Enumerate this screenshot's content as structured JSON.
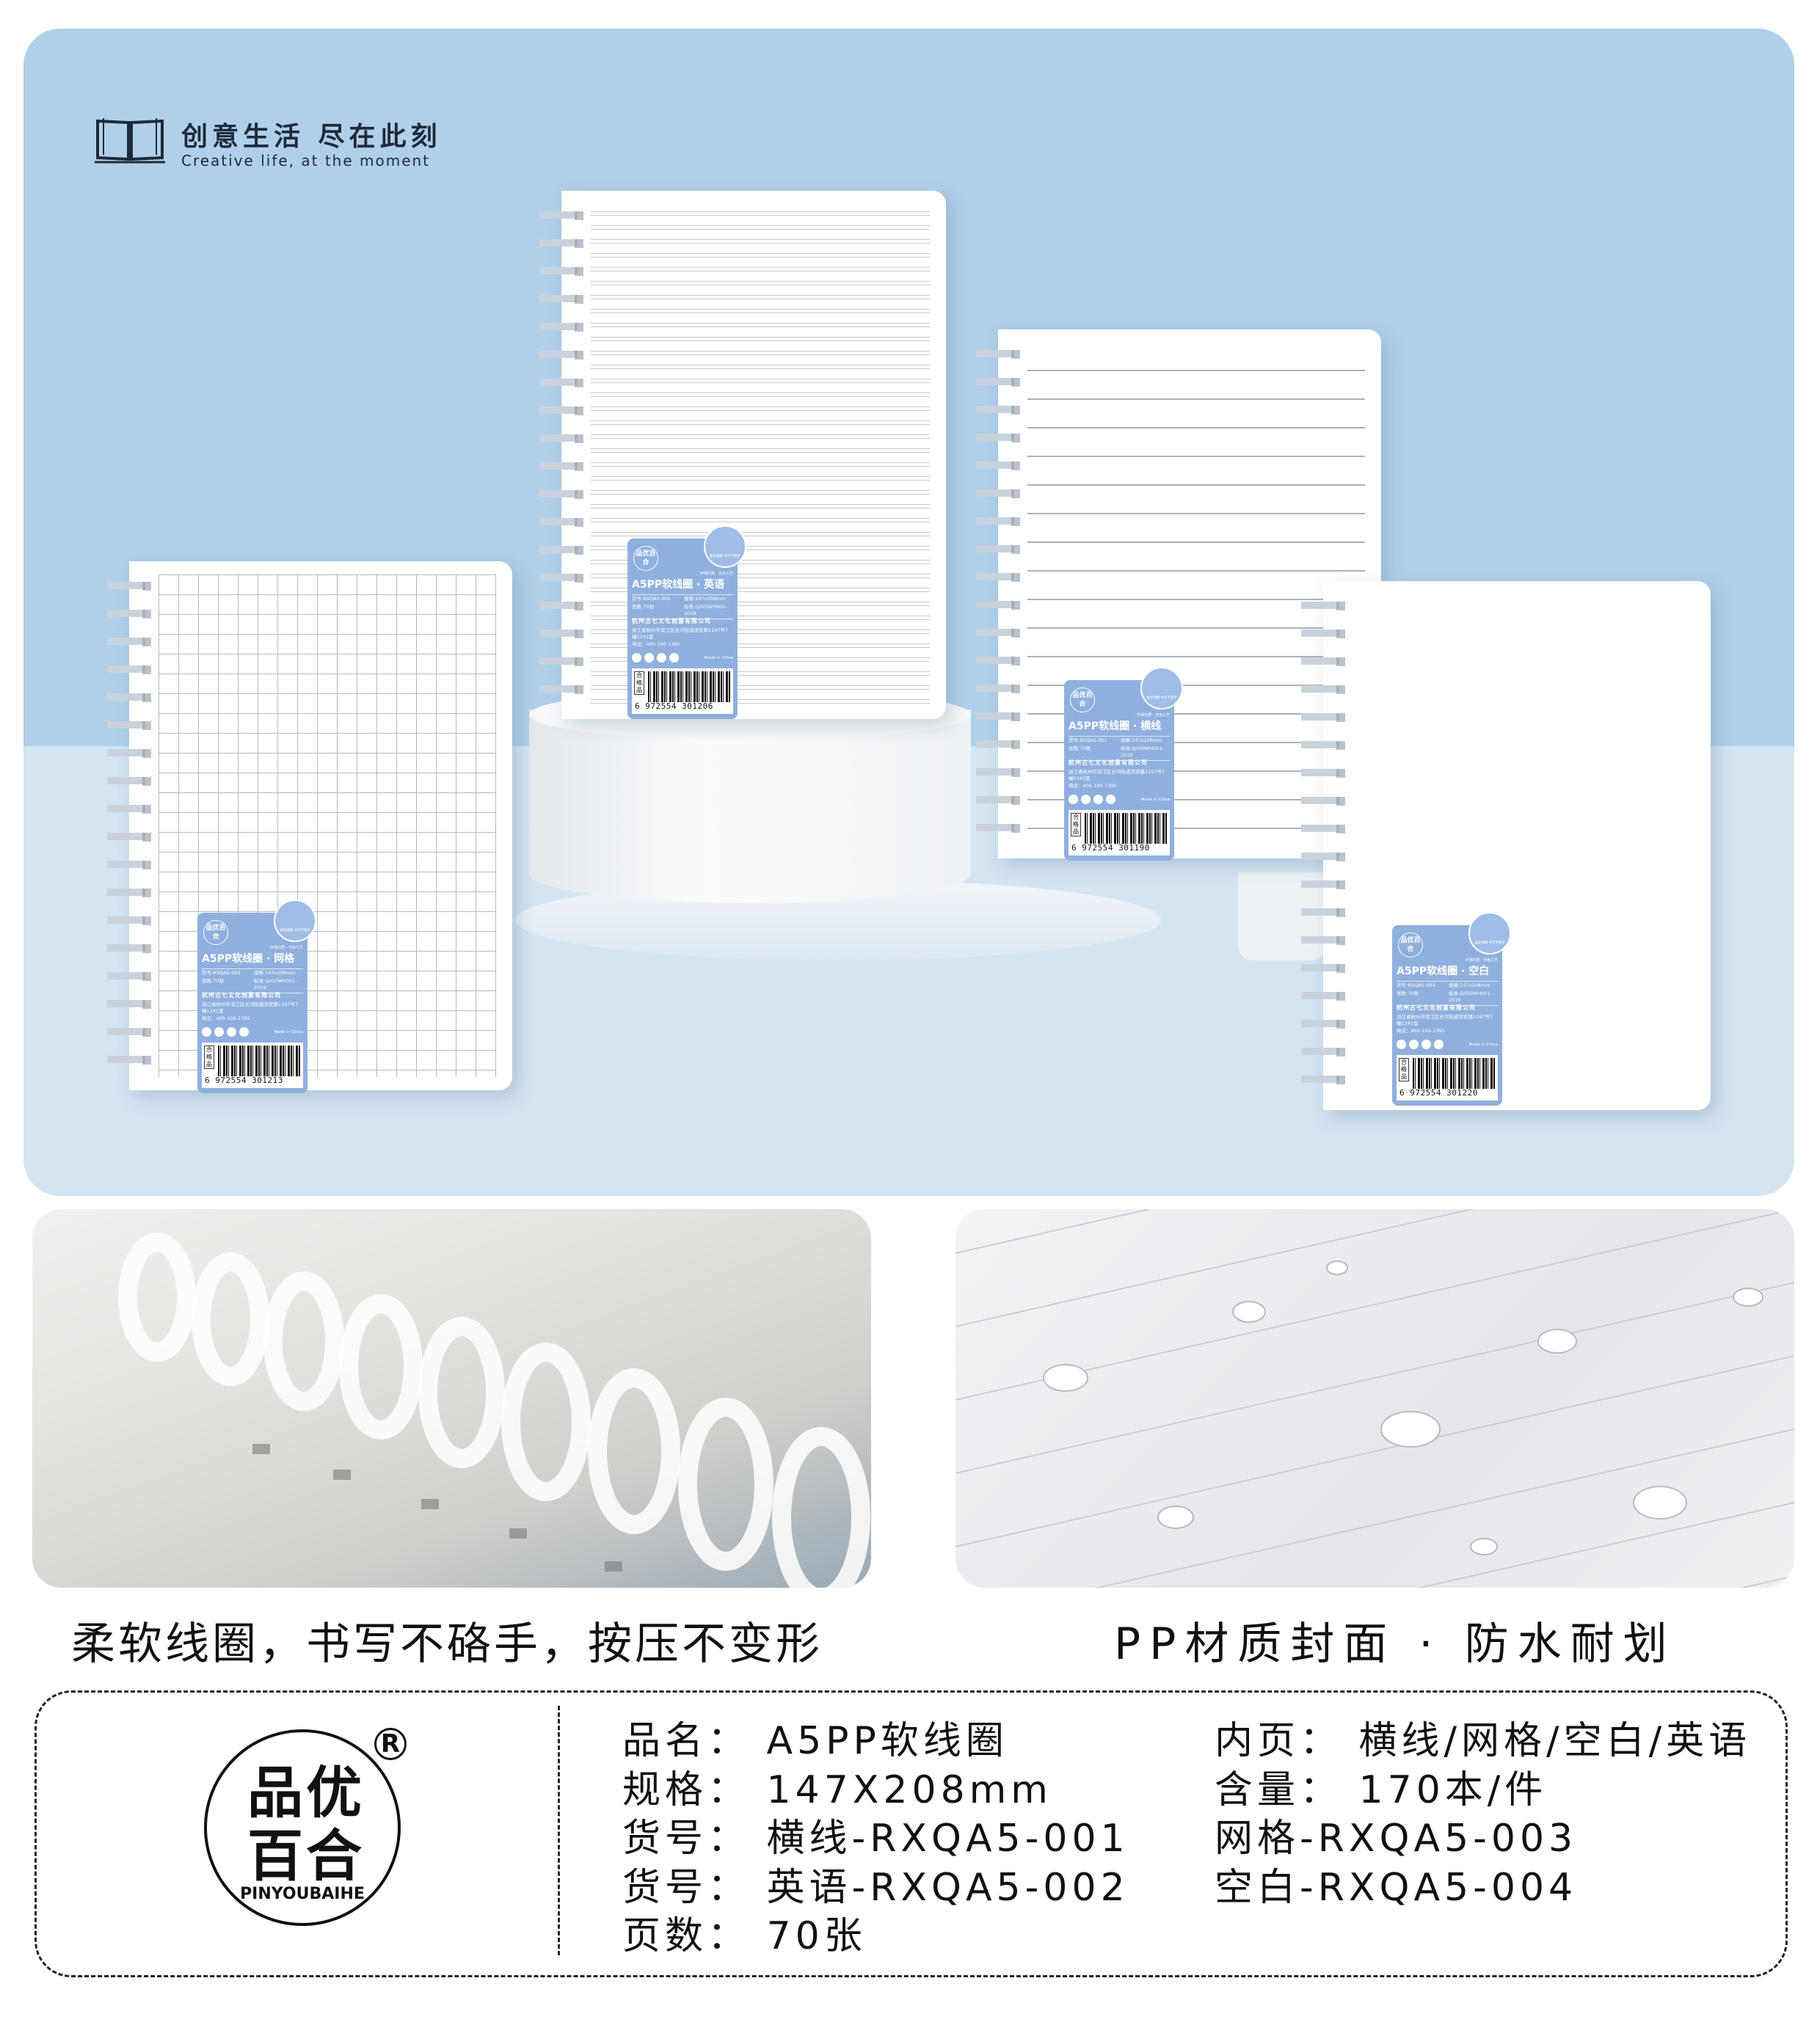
{
  "brand": {
    "slogan_cn": "创意生活 尽在此刻",
    "slogan_en": "Creative life, at the moment"
  },
  "label_common": {
    "brand": "品优百合",
    "tagline": "· 环保材质 · 无色工艺",
    "inset": "柔软线圈 书写不硌手",
    "spec_size": "规格:147x208mm",
    "sheets": "张数:70张",
    "standard": "标准:Q/GOWH001-2019",
    "company": "杭州古七文化创意有限公司",
    "address": "浙江省杭州市滨江区长河街道滨安路1197号7幢1341室",
    "tel": "电话：400-100-1395",
    "made": "Made in China",
    "qc": "合格品"
  },
  "notebooks": [
    {
      "type": "grid",
      "title": "A5PP软线圈 · 网格",
      "sku": "货号:RXQA5-003",
      "barcode": "6 972554 301213"
    },
    {
      "type": "eng",
      "title": "A5PP软线圈 · 英语",
      "sku": "货号:RXQA5-002",
      "barcode": "6 972554 301206"
    },
    {
      "type": "lined",
      "title": "A5PP软线圈 · 横线",
      "sku": "货号:RXQA5-001",
      "barcode": "6 972554 301190"
    },
    {
      "type": "blank",
      "title": "A5PP软线圈 · 空白",
      "sku": "货号:RXQA5-004",
      "barcode": "6 972554 301220"
    }
  ],
  "captions": {
    "left": "柔软线圈，书写不硌手，按压不变形",
    "right": "PP材质封面 · 防水耐划"
  },
  "info": {
    "seal_cn": "品优百合",
    "seal_en": "PINYOUBAIHE",
    "reg": "R",
    "col1": [
      "品名： A5PP软线圈",
      "规格： 147X208mm",
      "货号： 横线-RXQA5-001",
      "货号： 英语-RXQA5-002",
      "页数： 70张"
    ],
    "col2": [
      "内页： 横线/网格/空白/英语",
      "含量： 170本/件",
      "网格-RXQA5-003",
      "空白-RXQA5-004"
    ]
  }
}
